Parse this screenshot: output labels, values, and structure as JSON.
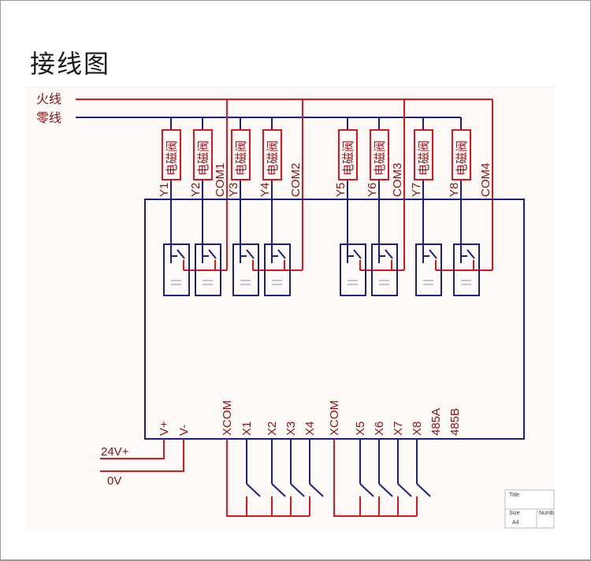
{
  "page": {
    "title": "接线图"
  },
  "colors": {
    "live": "#e0161f",
    "neutral": "#1a1f80",
    "label": "#8b0f0f",
    "canvas": "#fdf9f6"
  },
  "power_lines": {
    "live_label": "火线",
    "neutral_label": "零线"
  },
  "solenoid_label": "电磁阀",
  "outputs": [
    {
      "label": "Y1",
      "group": 1
    },
    {
      "label": "Y2",
      "group": 1
    },
    {
      "label": "Y3",
      "group": 2
    },
    {
      "label": "Y4",
      "group": 2
    },
    {
      "label": "Y5",
      "group": 3
    },
    {
      "label": "Y6",
      "group": 3
    },
    {
      "label": "Y7",
      "group": 4
    },
    {
      "label": "Y8",
      "group": 4
    }
  ],
  "commons": [
    "COM1",
    "COM2",
    "COM3",
    "COM4"
  ],
  "bottom_terminals": {
    "power": [
      "V+",
      "V-"
    ],
    "xcom": [
      "XCOM",
      "XCOM"
    ],
    "inputs_group1": [
      "X1",
      "X2",
      "X3",
      "X4"
    ],
    "inputs_group2": [
      "X5",
      "X6",
      "X7",
      "X8"
    ],
    "rs485": [
      "485A",
      "485B"
    ]
  },
  "supply": {
    "positive_label": "24V+",
    "zero_label": "0V"
  },
  "title_block": {
    "title_label": "Title",
    "size_label": "Size",
    "size_value": "A4",
    "number_label": "Numb"
  }
}
